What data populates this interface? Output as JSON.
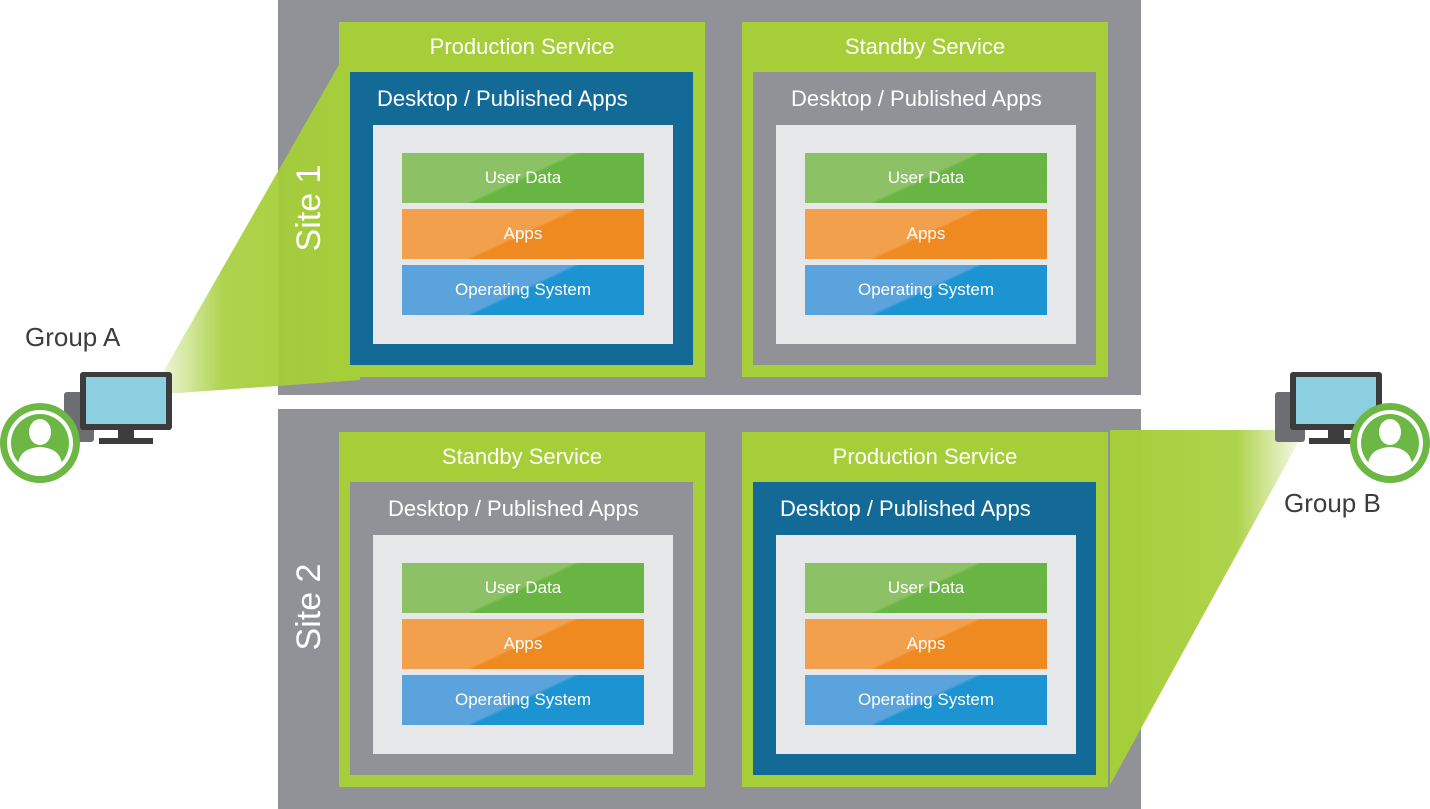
{
  "colors": {
    "site_gray": "#919297",
    "service_green": "#a6ce39",
    "production_blue": "#146a96",
    "inner_gray": "#e6e7e8",
    "user_data_green": "#69b543",
    "apps_orange": "#ee8a20",
    "os_blue": "#1c94d2",
    "user_icon_green": "#6db744",
    "monitor_screen": "#8ccfe0"
  },
  "groups": {
    "a": {
      "label": "Group A"
    },
    "b": {
      "label": "Group B"
    }
  },
  "sites": [
    {
      "label": "Site 1",
      "services": [
        {
          "title": "Production Service",
          "type": "production",
          "desktop_title": "Desktop / Published Apps",
          "layers": [
            "User Data",
            "Apps",
            "Operating System"
          ]
        },
        {
          "title": "Standby Service",
          "type": "standby",
          "desktop_title": "Desktop / Published Apps",
          "layers": [
            "User Data",
            "Apps",
            "Operating System"
          ]
        }
      ]
    },
    {
      "label": "Site 2",
      "services": [
        {
          "title": "Standby Service",
          "type": "standby",
          "desktop_title": "Desktop / Published Apps",
          "layers": [
            "User Data",
            "Apps",
            "Operating System"
          ]
        },
        {
          "title": "Production Service",
          "type": "production",
          "desktop_title": "Desktop / Published Apps",
          "layers": [
            "User Data",
            "Apps",
            "Operating System"
          ]
        }
      ]
    }
  ]
}
